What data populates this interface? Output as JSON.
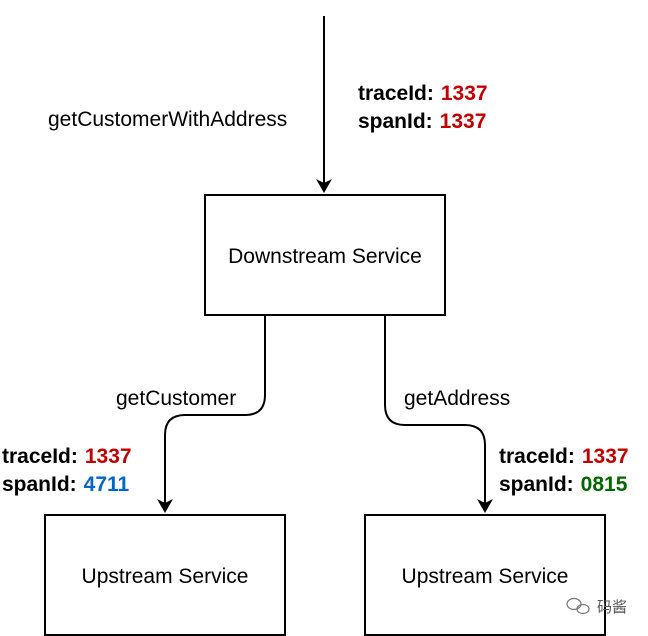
{
  "colors": {
    "line": "#000000",
    "trace_red": "#c00000",
    "span_blue": "#0066cc",
    "span_green": "#006600"
  },
  "incoming": {
    "label": "getCustomerWithAddress",
    "trace_key": "traceId:",
    "trace_value": "1337",
    "span_key": "spanId:",
    "span_value": "1337"
  },
  "downstream": {
    "label": "Downstream Service"
  },
  "left_call": {
    "label": "getCustomer",
    "trace_key": "traceId:",
    "trace_value": "1337",
    "span_key": "spanId:",
    "span_value": "4711"
  },
  "right_call": {
    "label": "getAddress",
    "trace_key": "traceId:",
    "trace_value": "1337",
    "span_key": "spanId:",
    "span_value": "0815"
  },
  "upstream_left": {
    "label": "Upstream Service"
  },
  "upstream_right": {
    "label": "Upstream Service"
  },
  "watermark": {
    "text": "码酱",
    "icon": "wechat-icon"
  }
}
